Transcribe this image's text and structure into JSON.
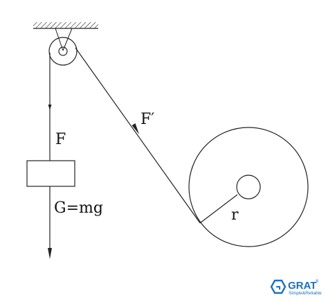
{
  "diagram": {
    "labels": {
      "force_rope": "F′",
      "force_up": "F",
      "gravity": "G=mg",
      "radius": "r"
    }
  },
  "brand": {
    "name": "GRAT",
    "tagline": "Simple&Reliable",
    "registered": "®",
    "color": "#1d6fbf"
  }
}
